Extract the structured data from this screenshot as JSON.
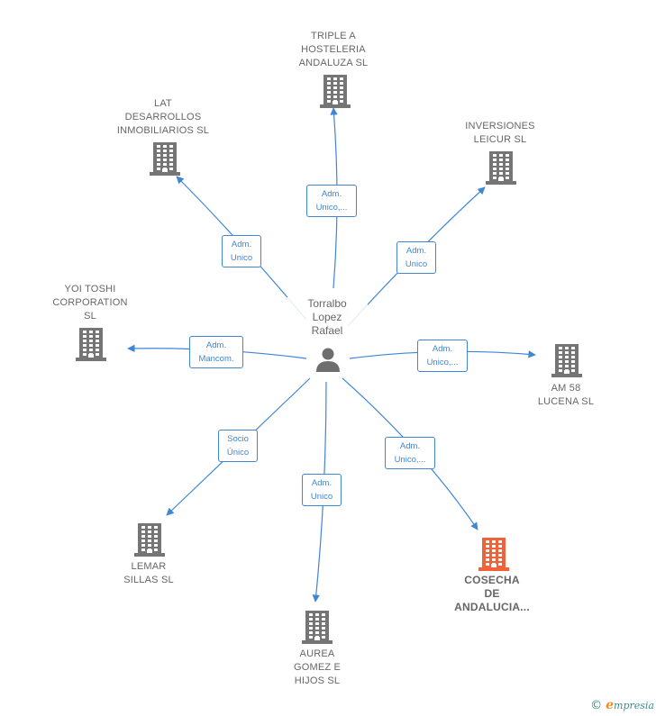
{
  "center": {
    "label": "Torralbo\nLopez\nRafael"
  },
  "companies": [
    {
      "id": "triple",
      "label": "TRIPLE A\nHOSTELERIA\nANDALUZA  SL"
    },
    {
      "id": "lat",
      "label": "LAT\nDESARROLLOS\nINMOBILIARIOS SL"
    },
    {
      "id": "inversiones",
      "label": "INVERSIONES\nLEICUR SL"
    },
    {
      "id": "yoi",
      "label": "YOI TOSHI\nCORPORATION\nSL"
    },
    {
      "id": "am58",
      "label": "AM 58\nLUCENA SL"
    },
    {
      "id": "lemar",
      "label": "LEMAR\nSILLAS  SL"
    },
    {
      "id": "aurea",
      "label": "AUREA\nGOMEZ E\nHIJOS SL"
    },
    {
      "id": "cosecha",
      "label": "COSECHA\nDE\nANDALUCIA...",
      "highlight": true
    }
  ],
  "relations": [
    {
      "to": "triple",
      "label": "Adm.\nUnico,..."
    },
    {
      "to": "lat",
      "label": "Adm.\nUnico"
    },
    {
      "to": "inversiones",
      "label": "Adm.\nUnico"
    },
    {
      "to": "yoi",
      "label": "Adm.\nMancom."
    },
    {
      "to": "am58",
      "label": "Adm.\nUnico,..."
    },
    {
      "to": "lemar",
      "label": "Socio\nÚnico"
    },
    {
      "to": "aurea",
      "label": "Adm.\nUnico"
    },
    {
      "to": "cosecha",
      "label": "Adm.\nUnico,..."
    }
  ],
  "colors": {
    "edge": "#3f86d5",
    "building": "#757575",
    "highlight": "#f0623a",
    "person": "#6e6e6e"
  },
  "icons": {
    "company": "building-icon",
    "person": "person-icon"
  },
  "brand": {
    "copyright": "©",
    "initial": "e",
    "name": "mpresia"
  }
}
